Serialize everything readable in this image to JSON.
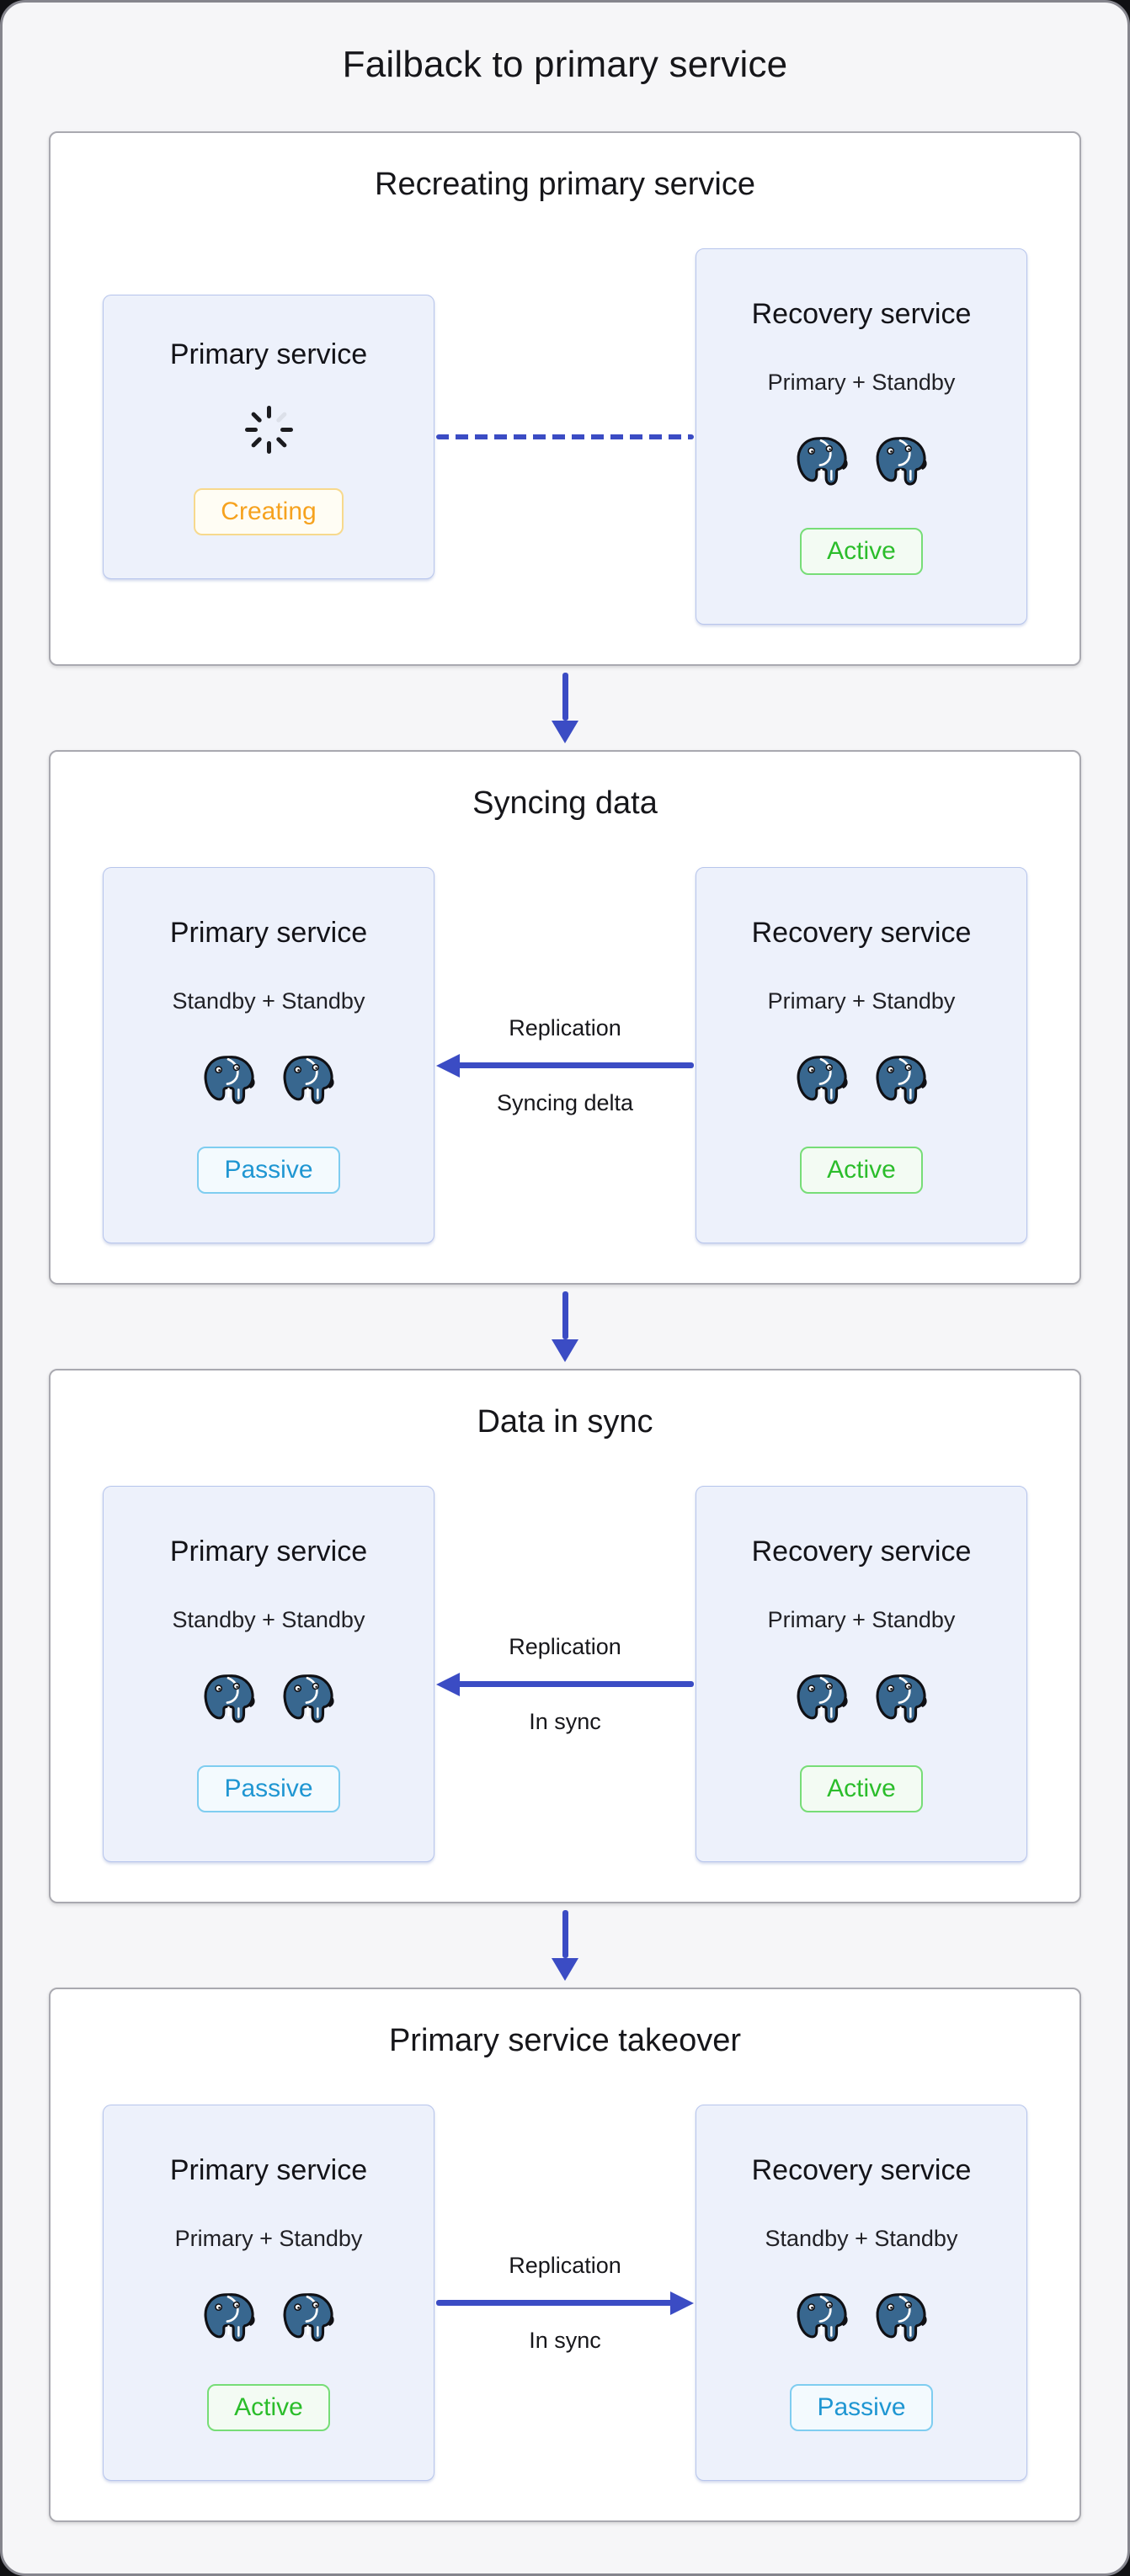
{
  "page": {
    "title": "Failback to primary service"
  },
  "status_colors": {
    "arrow": "#3b4cc4",
    "creating": "#f6a21e",
    "active": "#2bbd2b",
    "passive": "#1f96d2",
    "postgres_blue": "#38678f"
  },
  "icons": {
    "spinner": "loading-spinner-icon",
    "database": "postgres-elephant-icon",
    "flow_down": "down-arrow-icon"
  },
  "stages": [
    {
      "title": "Recreating primary service",
      "left_card": {
        "title": "Primary service",
        "badge": "Creating"
      },
      "right_card": {
        "title": "Recovery service",
        "subtitle": "Primary + Standby",
        "badge": "Active"
      },
      "connector": {
        "type": "dashed",
        "label_top": "",
        "label_bottom": ""
      }
    },
    {
      "title": "Syncing data",
      "left_card": {
        "title": "Primary service",
        "subtitle": "Standby + Standby",
        "badge": "Passive"
      },
      "right_card": {
        "title": "Recovery service",
        "subtitle": "Primary + Standby",
        "badge": "Active"
      },
      "connector": {
        "type": "arrow-left",
        "label_top": "Replication",
        "label_bottom": "Syncing delta"
      }
    },
    {
      "title": "Data in sync",
      "left_card": {
        "title": "Primary service",
        "subtitle": "Standby + Standby",
        "badge": "Passive"
      },
      "right_card": {
        "title": "Recovery service",
        "subtitle": "Primary + Standby",
        "badge": "Active"
      },
      "connector": {
        "type": "arrow-left",
        "label_top": "Replication",
        "label_bottom": "In sync"
      }
    },
    {
      "title": "Primary service takeover",
      "left_card": {
        "title": "Primary service",
        "subtitle": "Primary + Standby",
        "badge": "Active"
      },
      "right_card": {
        "title": "Recovery service",
        "subtitle": "Standby + Standby",
        "badge": "Passive"
      },
      "connector": {
        "type": "arrow-right",
        "label_top": "Replication",
        "label_bottom": "In sync"
      }
    }
  ]
}
